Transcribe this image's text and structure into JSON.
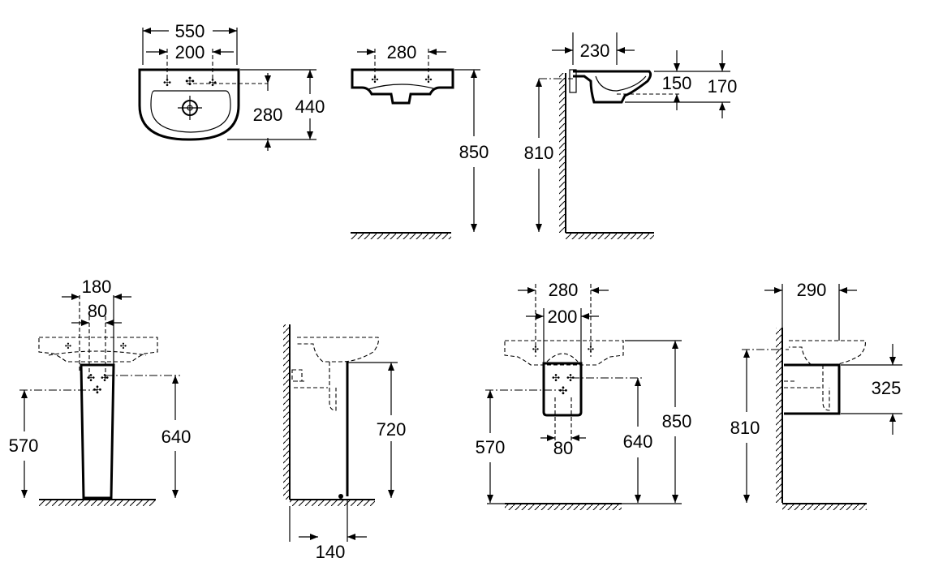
{
  "dims": {
    "top_sink_width": "550",
    "top_tap_spacing": "200",
    "top_depth_front": "280",
    "top_depth_total": "440",
    "front_tap_spacing": "280",
    "front_height": "850",
    "side_projection": "230",
    "side_bowl_depth": "150",
    "side_total_depth": "170",
    "side_height": "810",
    "ped_width": "180",
    "ped_inner": "80",
    "ped_inlet_height": "570",
    "ped_outlet_height": "640",
    "ped_side_height": "720",
    "ped_wall_offset": "140",
    "semi_width": "280",
    "semi_tap_spacing": "200",
    "semi_inlet_height": "570",
    "semi_waste_spacing": "80",
    "semi_outlet_height": "640",
    "semi_height": "850",
    "semi_side_projection": "290",
    "semi_side_depth": "325",
    "semi_side_height": "810"
  },
  "colors": {
    "line": "#000000",
    "background": "#ffffff"
  }
}
